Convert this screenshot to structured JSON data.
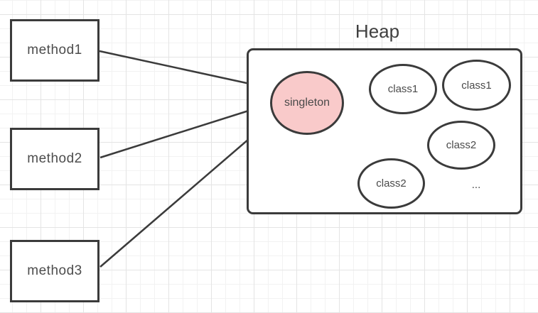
{
  "diagram": {
    "title": "Heap",
    "ellipsis_label": "...",
    "colors": {
      "stroke": "#3b3b3b",
      "text": "#4a4a4a",
      "singleton_fill": "#f9caca",
      "node_fill": "#ffffff",
      "grid_minor": "#f2f2f2",
      "grid_major": "#e4e4e4",
      "background": "#ffffff"
    },
    "method_nodes": [
      {
        "label": "method1"
      },
      {
        "label": "method2"
      },
      {
        "label": "method3"
      }
    ],
    "heap_nodes": {
      "singleton": {
        "label": "singleton"
      },
      "class1_a": {
        "label": "class1"
      },
      "class1_b": {
        "label": "class1"
      },
      "class2_c": {
        "label": "class2"
      },
      "class2_d": {
        "label": "class2"
      }
    },
    "connectors": [
      {
        "from": "method1",
        "to": "singleton"
      },
      {
        "from": "method2",
        "to": "singleton"
      },
      {
        "from": "method3",
        "to": "singleton"
      }
    ]
  }
}
